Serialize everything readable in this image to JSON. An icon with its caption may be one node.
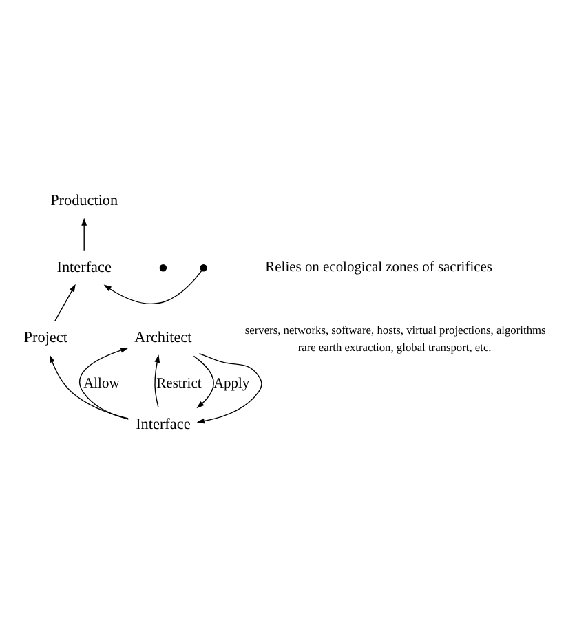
{
  "diagram": {
    "nodes": [
      {
        "text": [
          "Production"
        ]
      },
      {
        "text": [
          "Interface"
        ]
      },
      {
        "text": [],
        "shape": "circle"
      },
      {
        "text": [
          "Project"
        ]
      },
      {
        "text": [
          "Interface"
        ]
      },
      {
        "text": [
          "Architect"
        ]
      }
    ],
    "edges": [
      {
        "from": 1,
        "to": 0,
        "arrow": "to"
      },
      {
        "from": 2,
        "to": 1,
        "arrow": "to"
      },
      {
        "from": 3,
        "to": 1,
        "arrow": "to"
      },
      {
        "from": 4,
        "to": 3,
        "arrow": "to"
      },
      {
        "from": 5,
        "to": 4,
        "arrow": "to",
        "label": "Apply"
      },
      {
        "from": 4,
        "to": 5,
        "arrow": "to",
        "label": "Allow"
      },
      {
        "from": 5,
        "to": 4,
        "arrow": "to"
      },
      {
        "from": 4,
        "to": 5,
        "arrow": "to",
        "label": "Restrict"
      }
    ],
    "labels": [
      "servers, networks, software, hosts, virtual projections, algorithms",
      "rare earth extraction, global transport, etc."
    ],
    "legend": [
      {
        "text": "Relies on ecological zones of sacrifices"
      }
    ]
  }
}
